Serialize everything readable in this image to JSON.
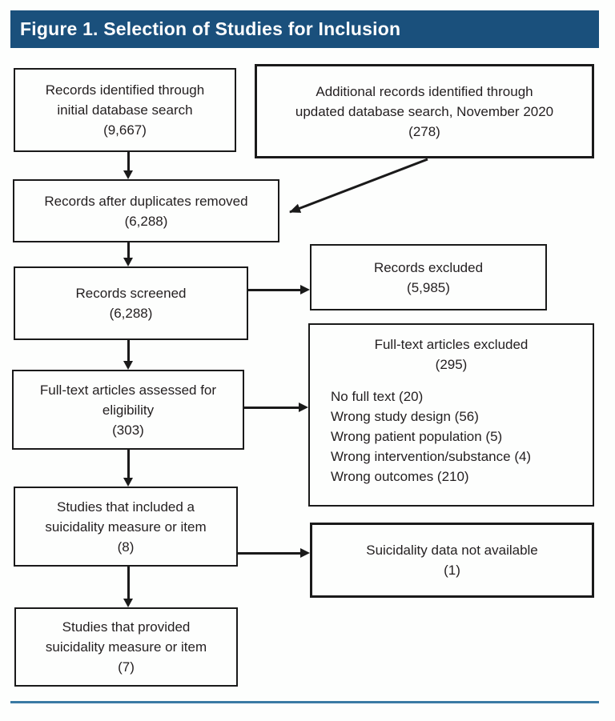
{
  "figure": {
    "title": "Figure 1. Selection of Studies for Inclusion",
    "title_bar_color": "#1a507c",
    "divider_color": "#3a7aa4",
    "box_border_color": "#1a1a1a",
    "text_color": "#231f20"
  },
  "boxes": {
    "initial_search": {
      "text": "Records identified through\ninitial database search\n(9,667)"
    },
    "updated_search": {
      "text": "Additional records identified through\nupdated database search, November 2020\n(278)"
    },
    "duplicates_removed": {
      "text": "Records after duplicates removed\n(6,288)"
    },
    "screened": {
      "text": "Records screened\n(6,288)"
    },
    "records_excluded": {
      "text": "Records excluded\n(5,985)"
    },
    "fulltext_assessed": {
      "text": "Full-text articles assessed for\neligibility\n(303)"
    },
    "fulltext_excluded": {
      "title": "Full-text articles excluded\n(295)",
      "reasons": [
        "No full text (20)",
        "Wrong study design (56)",
        "Wrong patient population (5)",
        "Wrong intervention/substance (4)",
        "Wrong outcomes (210)"
      ]
    },
    "included_measure": {
      "text": "Studies that included a\nsuicidality measure or item\n(8)"
    },
    "data_not_available": {
      "text": "Suicidality data not available\n(1)"
    },
    "provided_measure": {
      "text": "Studies that provided\nsuicidality measure or item\n(7)"
    }
  }
}
